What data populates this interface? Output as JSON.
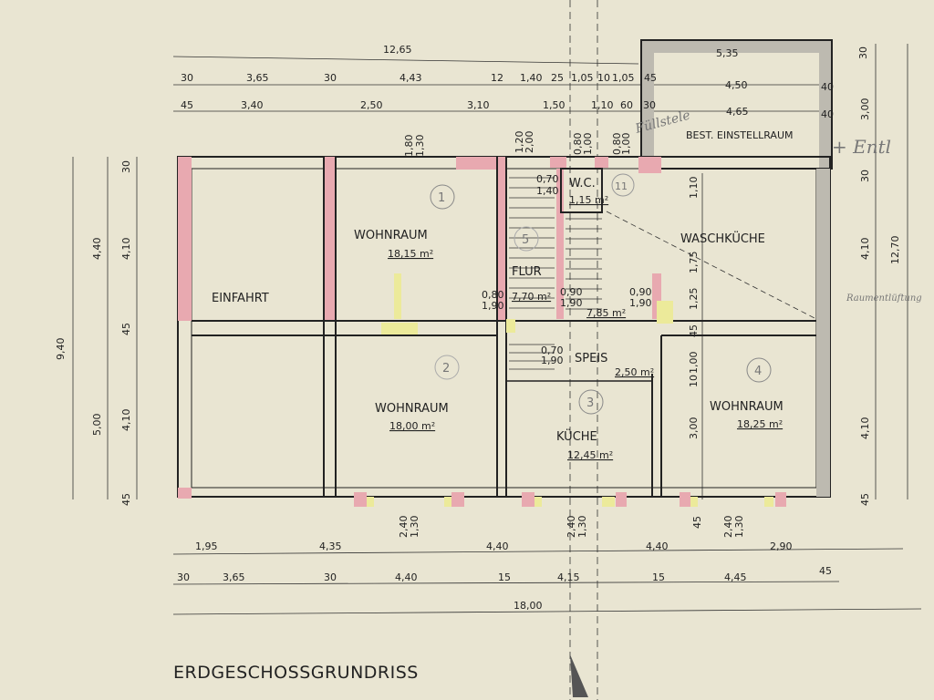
{
  "title": "ERDGESCHOSSGRUNDRISS",
  "rooms": {
    "einfahrt": {
      "label": "EINFAHRT"
    },
    "wohnraum1": {
      "label": "WOHNRAUM",
      "area": "18,15 m²",
      "number": "1"
    },
    "wohnraum2": {
      "label": "WOHNRAUM",
      "area": "18,00 m²",
      "number": "2"
    },
    "kueche": {
      "label": "KÜCHE",
      "area": "12,45 m²",
      "number": "3"
    },
    "wohnraum4": {
      "label": "WOHNRAUM",
      "area": "18,25 m²",
      "number": "4"
    },
    "waschkueche": {
      "label": "WASCHKÜCHE"
    },
    "flur": {
      "label": "FLUR",
      "area": "7,70 m²",
      "number": "5"
    },
    "wc": {
      "label": "W.C.",
      "area": "1,15 m²",
      "number": "11"
    },
    "speis": {
      "label": "SPEIS",
      "area": "2,50 m²"
    },
    "hall": {
      "area": "7,85 m²"
    },
    "einstellraum": {
      "label": "BEST. EINSTELLRAUM"
    }
  },
  "dims_top": [
    "12,65",
    "30",
    "3,65",
    "30",
    "4,43",
    "12",
    "1,40",
    "25",
    "1,05",
    "10",
    "1,05",
    "45",
    "4,50",
    "5,35",
    "45",
    "3,40",
    "2,50",
    "3,10",
    "1,50",
    "1,10",
    "60",
    "30",
    "4,65"
  ],
  "dims_right": [
    "30",
    "3,00",
    "40",
    "40",
    "4,10",
    "12,70",
    "45",
    "4,10",
    "30"
  ],
  "dims_inner": [
    "1,10",
    "1,75",
    "1,25",
    "45",
    "1,00",
    "10",
    "3,00",
    "45",
    "1,80",
    "1,30",
    "1,20",
    "2,00",
    "0,80",
    "1,00",
    "0,80",
    "1,00",
    "0,70",
    "1,40",
    "0,80",
    "1,90",
    "0,90",
    "1,90",
    "0,90",
    "1,90",
    "0,70",
    "1,90"
  ],
  "dims_left": [
    "30",
    "4,40",
    "4,10",
    "45",
    "9,40",
    "5,00",
    "4,10",
    "45"
  ],
  "dims_bottom": [
    "1,95",
    "4,35",
    "4,40",
    "4,40",
    "2,90",
    "30",
    "3,65",
    "30",
    "4,40",
    "15",
    "4,15",
    "15",
    "4,45",
    "45",
    "18,00",
    "2,40",
    "1,30",
    "2,40",
    "1,30",
    "2,40",
    "1,30"
  ],
  "handwritten": [
    "Füllstele",
    "+ Entl",
    "Raumentlüftung"
  ]
}
